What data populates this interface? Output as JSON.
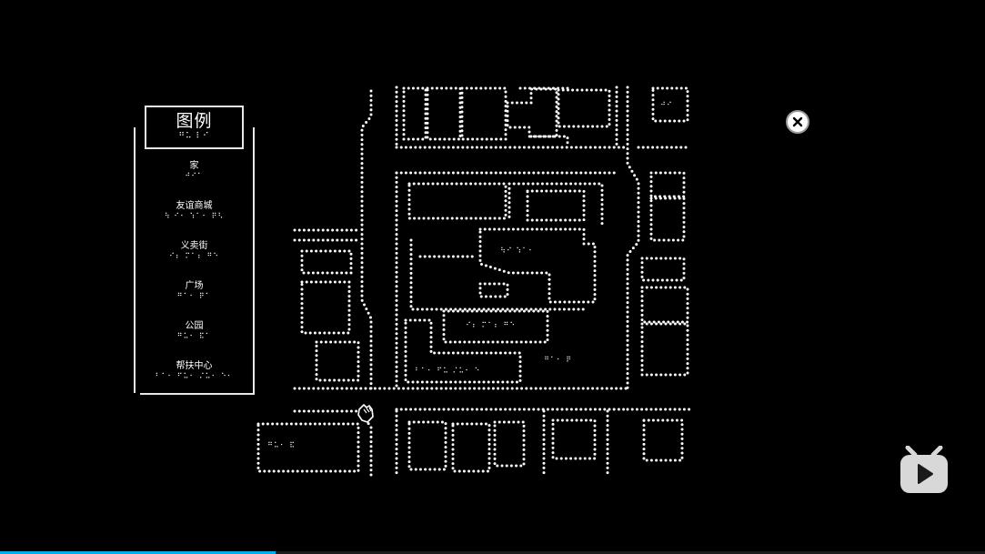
{
  "legend": {
    "title": "图例",
    "title_braille": "⠛⠥ ⠇⠊",
    "items": [
      {
        "label": "家",
        "braille": "⠚⠊⠁"
      },
      {
        "label": "友谊商城",
        "braille": "⠳ ⠊⠂ ⠱⠁⠂ ⠟⠣"
      },
      {
        "label": "义卖街",
        "braille": "⠊⠆ ⠍⠁⠆ ⠛⠑"
      },
      {
        "label": "广场",
        "braille": "⠛⠁⠂ ⠟⠁"
      },
      {
        "label": "公园",
        "braille": "⠛⠥⠂ ⠯⠁"
      },
      {
        "label": "帮扶中心",
        "braille": "⠃⠁⠂ ⠋⠥⠂ ⠌⠥⠂ ⠑⠂"
      }
    ]
  },
  "map": {
    "labels": {
      "home": "⠚⠊",
      "mall": "⠳⠊ ⠱⠁⠂",
      "charity_street": "⠊⠆ ⠍⠁⠆ ⠛⠑",
      "square": "⠛⠁⠂ ⠟",
      "park": "⠛⠥⠂ ⠯",
      "help_center": "⠃⠁⠂ ⠋⠥ ⠌⠥⠂ ⠑"
    }
  },
  "player": {
    "progress_fraction": 0.28,
    "accent_color": "#00aeec",
    "logo_icon": "tv-play-icon",
    "close_icon": "close-icon"
  }
}
